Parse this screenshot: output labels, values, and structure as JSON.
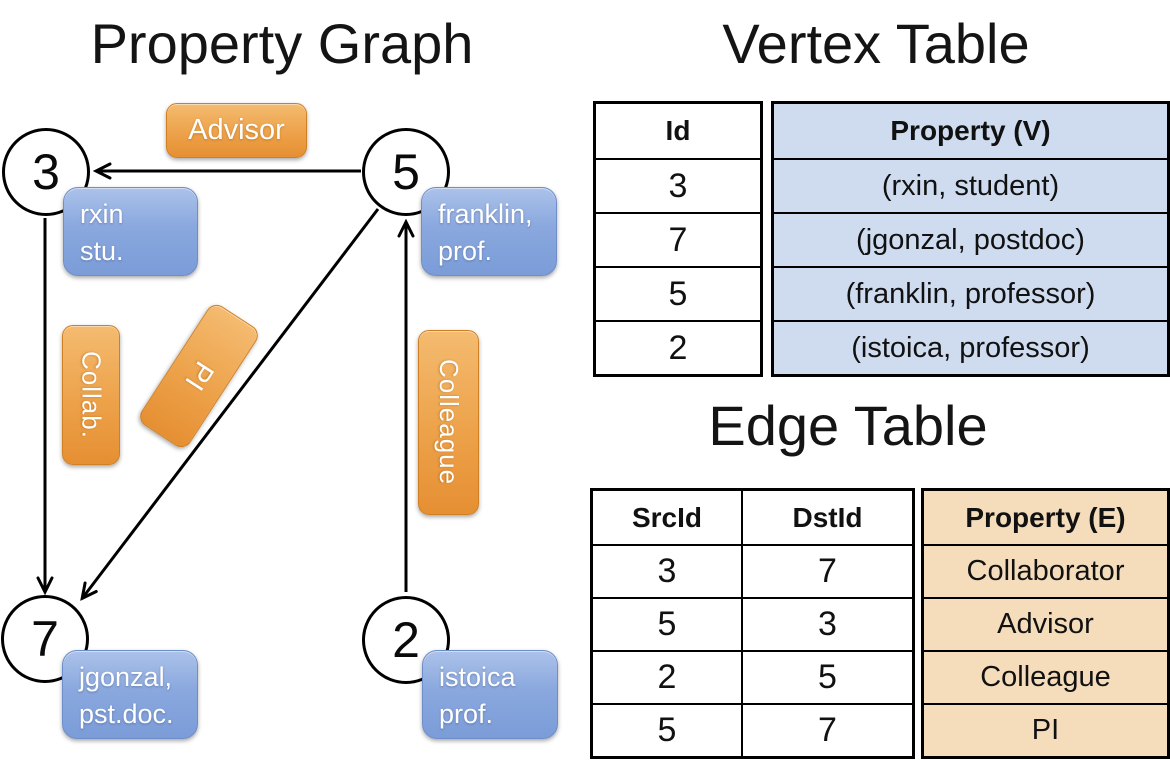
{
  "slide": {
    "graph_title": "Property Graph",
    "vertex_table_title": "Vertex Table",
    "edge_table_title": "Edge Table"
  },
  "graph": {
    "nodes": [
      {
        "id": "3",
        "line1": "rxin",
        "line2": "stu."
      },
      {
        "id": "5",
        "line1": "franklin,",
        "line2": "prof."
      },
      {
        "id": "7",
        "line1": "jgonzal,",
        "line2": "pst.doc."
      },
      {
        "id": "2",
        "line1": "istoica",
        "line2": "prof."
      }
    ],
    "edges": [
      {
        "label": "Advisor",
        "from": "5",
        "to": "3"
      },
      {
        "label": "Collab.",
        "from": "3",
        "to": "7"
      },
      {
        "label": "PI",
        "from": "5",
        "to": "7"
      },
      {
        "label": "Colleague",
        "from": "2",
        "to": "5"
      }
    ]
  },
  "vertex_table": {
    "columns": {
      "id": "Id",
      "property": "Property (V)"
    },
    "rows": [
      {
        "id": "3",
        "property": "(rxin, student)"
      },
      {
        "id": "7",
        "property": "(jgonzal, postdoc)"
      },
      {
        "id": "5",
        "property": "(franklin, professor)"
      },
      {
        "id": "2",
        "property": "(istoica, professor)"
      }
    ]
  },
  "edge_table": {
    "columns": {
      "src": "SrcId",
      "dst": "DstId",
      "property": "Property (E)"
    },
    "rows": [
      {
        "src": "3",
        "dst": "7",
        "property": "Collaborator"
      },
      {
        "src": "5",
        "dst": "3",
        "property": "Advisor"
      },
      {
        "src": "2",
        "dst": "5",
        "property": "Colleague"
      },
      {
        "src": "5",
        "dst": "7",
        "property": "PI"
      }
    ]
  },
  "colors": {
    "edge_label_orange": "#ED9D40",
    "vertex_label_blue": "#7F9FD9",
    "vertex_table_fill": "#CFDCF0",
    "edge_table_fill": "#F5DCBB",
    "line_color": "#000000"
  }
}
